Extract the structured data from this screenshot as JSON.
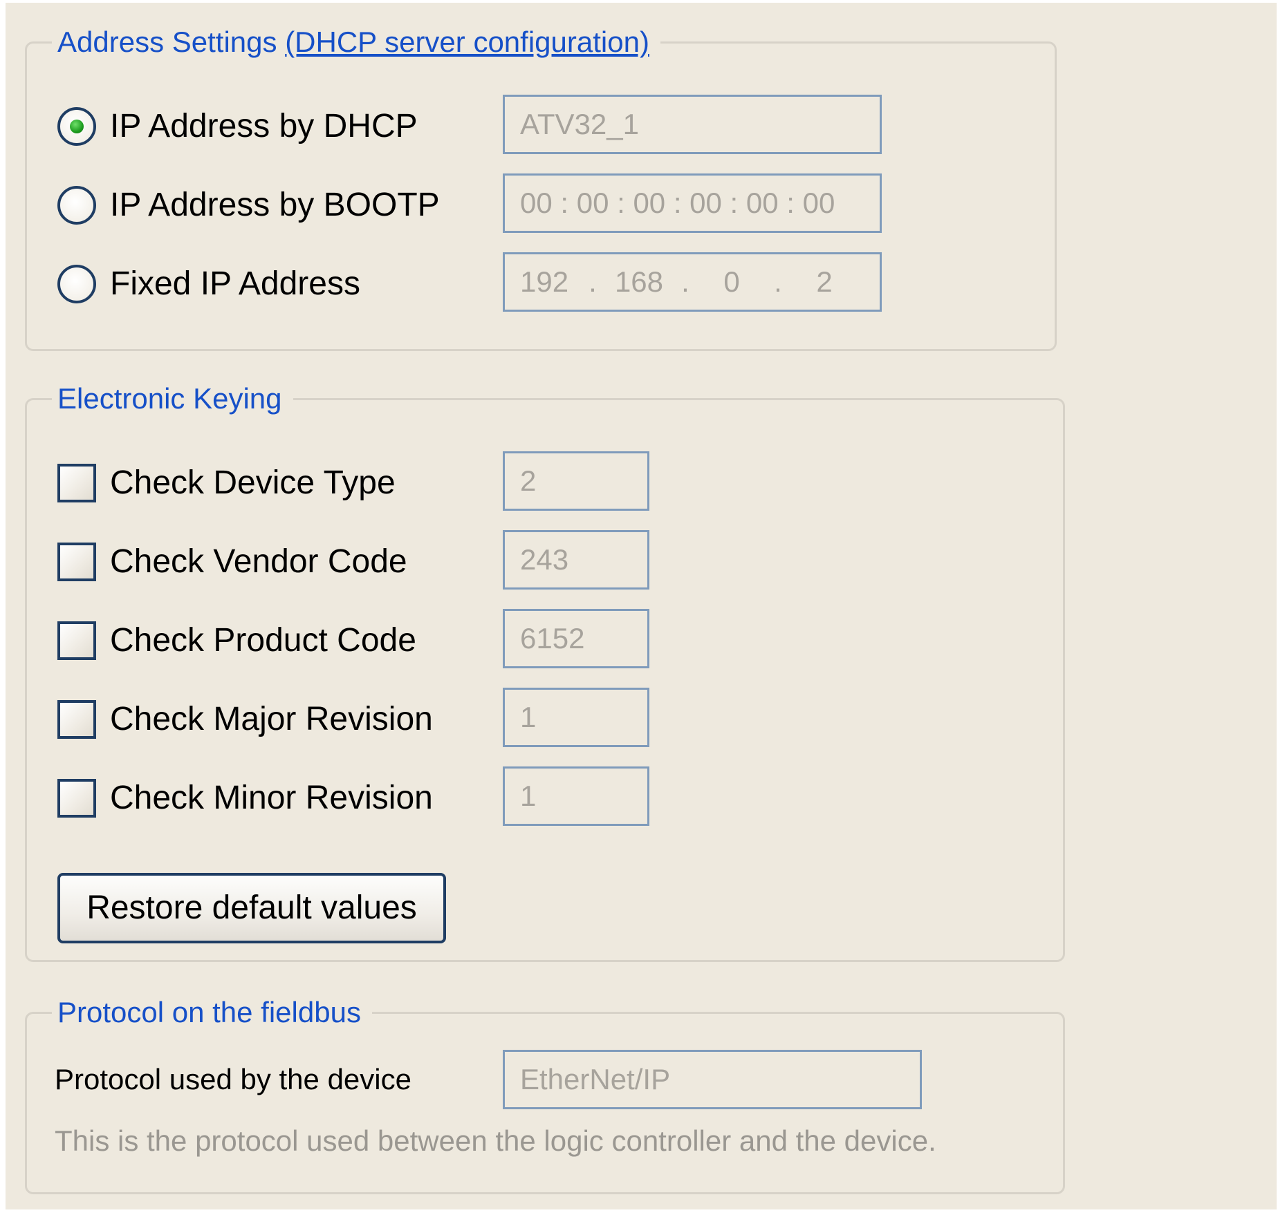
{
  "address_settings": {
    "legend": "Address Settings",
    "legend_link": "(DHCP server configuration)",
    "options": [
      {
        "label": "IP Address by DHCP",
        "selected": true
      },
      {
        "label": "IP Address by BOOTP",
        "selected": false
      },
      {
        "label": "Fixed IP Address",
        "selected": false
      }
    ],
    "dhcp_name_value": "ATV32_1",
    "bootp_mac_value": "00 : 00 : 00 : 00 : 00 : 00",
    "fixed_ip": {
      "octets": [
        "192",
        "168",
        "0",
        "2"
      ],
      "separator": "."
    }
  },
  "electronic_keying": {
    "legend": "Electronic Keying",
    "items": [
      {
        "label": "Check Device Type",
        "checked": false,
        "value": "2"
      },
      {
        "label": "Check Vendor Code",
        "checked": false,
        "value": "243"
      },
      {
        "label": "Check Product Code",
        "checked": false,
        "value": "6152"
      },
      {
        "label": "Check Major Revision",
        "checked": false,
        "value": "1"
      },
      {
        "label": "Check Minor Revision",
        "checked": false,
        "value": "1"
      }
    ],
    "restore_button_label": "Restore default values"
  },
  "protocol": {
    "legend": "Protocol on the fieldbus",
    "label": "Protocol used by the device",
    "value": "EtherNet/IP",
    "note": "This is the protocol used between the logic controller and the device."
  },
  "colors": {
    "legend_text": "#1650c8",
    "field_border": "#7f9bbb",
    "control_border": "#1f3d63",
    "selected_radio_dot": "#1d9c1f",
    "background": "#eee9de",
    "disabled_text": "#a7a39c"
  }
}
